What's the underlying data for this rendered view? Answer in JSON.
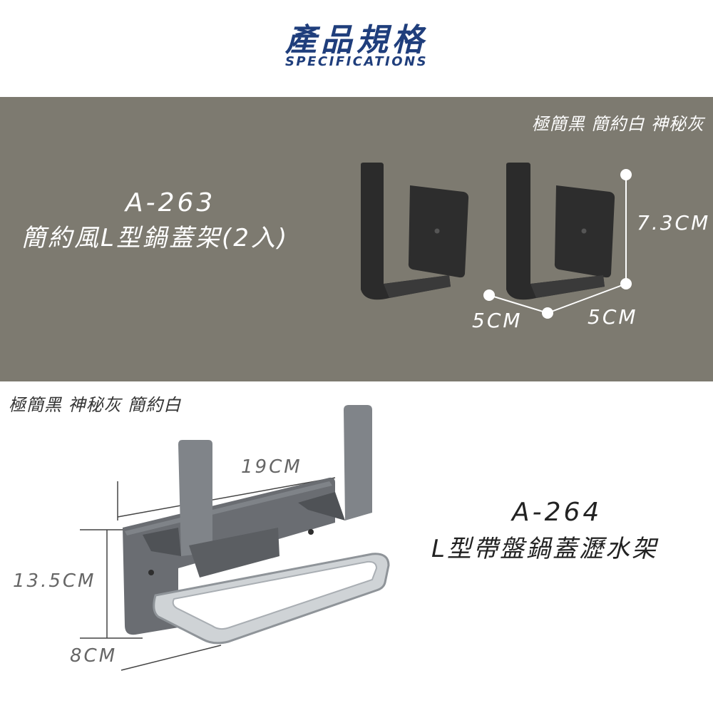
{
  "header": {
    "title": "產品規格",
    "subtitle": "SPECIFICATIONS"
  },
  "product1": {
    "colors": "極簡黑 簡約白 神秘灰",
    "model": "A-263",
    "name": "簡約風L型鍋蓋架(2入)",
    "dims": {
      "height": "7.3CM",
      "width_a": "5CM",
      "width_b": "5CM"
    }
  },
  "product2": {
    "colors": "極簡黑 神秘灰 簡約白",
    "model": "A-264",
    "name": "L型帶盤鍋蓋瀝水架",
    "dims": {
      "width": "19CM",
      "height": "13.5CM",
      "depth": "8CM"
    }
  },
  "colors": {
    "brand_blue": "#1f3e7c",
    "band_gray": "#7d7a70",
    "bracket_black": "#2b2b2b",
    "dim_text": "#666666"
  }
}
